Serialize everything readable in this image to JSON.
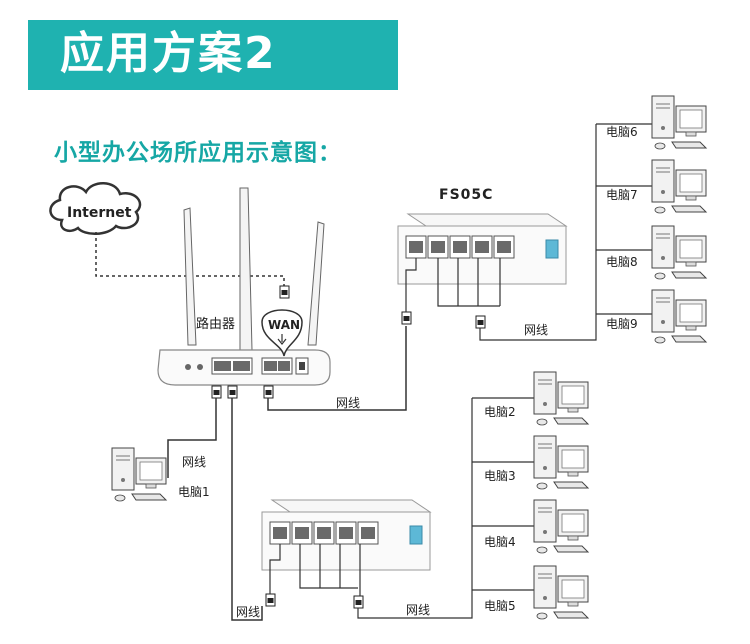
{
  "title": "应用方案2",
  "subtitle": "小型办公场所应用示意图：",
  "internet_label": "Internet",
  "router_label": "路由器",
  "wan_label": "WAN",
  "switch_top_label": "FS05C",
  "cable_label": "网线",
  "computers": {
    "pc1": "电脑1",
    "pc2": "电脑2",
    "pc3": "电脑3",
    "pc4": "电脑4",
    "pc5": "电脑5",
    "pc6": "电脑6",
    "pc7": "电脑7",
    "pc8": "电脑8",
    "pc9": "电脑9"
  },
  "colors": {
    "banner": "#1fb2b0",
    "subtitle": "#16a7a5",
    "port_blue": "#5db8d6"
  }
}
